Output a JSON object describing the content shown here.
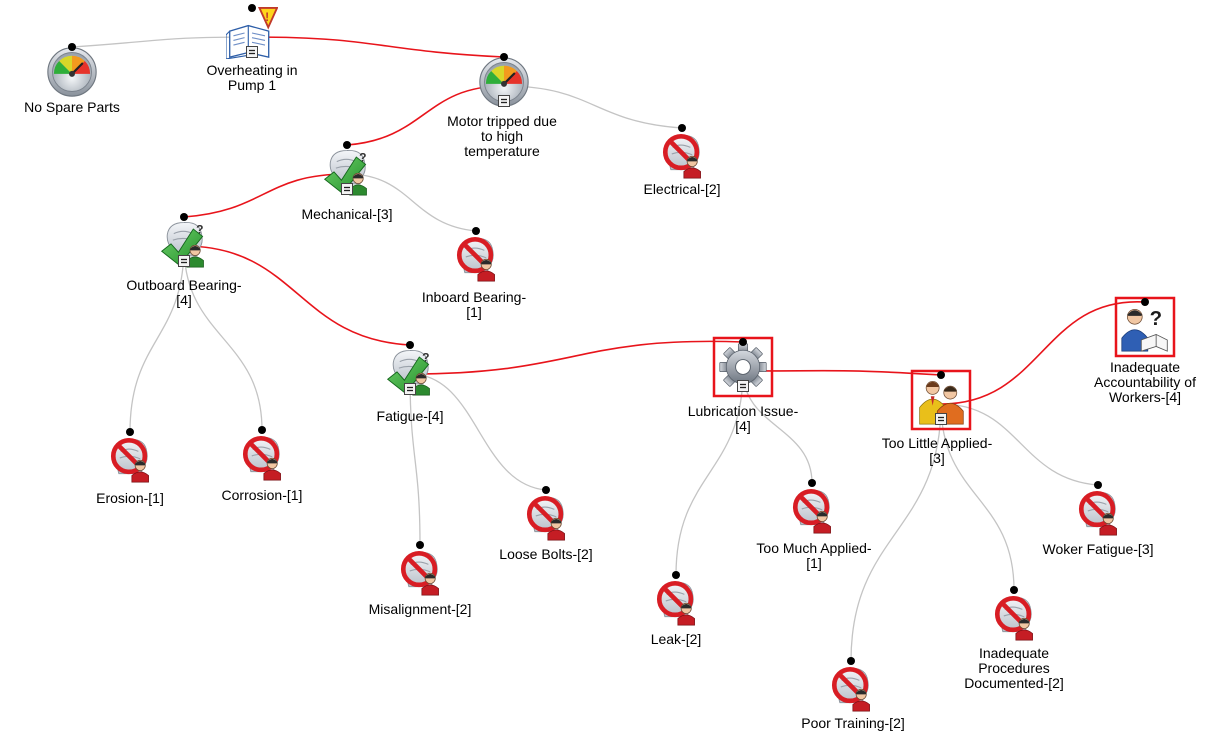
{
  "diagram": {
    "nodes": [
      {
        "id": "no-spare-parts",
        "icon": "gauge-icon",
        "label": [
          "No Spare Parts"
        ],
        "highlighted": false,
        "collapse": false
      },
      {
        "id": "overheating",
        "icon": "warning-book-icon",
        "label": [
          "Overheating in",
          "Pump 1"
        ],
        "highlighted": false,
        "collapse": true
      },
      {
        "id": "motor-tripped",
        "icon": "gauge-icon",
        "label": [
          "Motor tripped due",
          "to high",
          "temperature"
        ],
        "highlighted": false,
        "collapse": true
      },
      {
        "id": "electrical",
        "icon": "prohibited-cause-icon",
        "label": [
          "Electrical-[2]"
        ],
        "highlighted": false,
        "collapse": false
      },
      {
        "id": "mechanical",
        "icon": "verified-cause-icon",
        "label": [
          "Mechanical-[3]"
        ],
        "highlighted": false,
        "collapse": true
      },
      {
        "id": "outboard-bearing",
        "icon": "verified-cause-icon",
        "label": [
          "Outboard Bearing-",
          "[4]"
        ],
        "highlighted": false,
        "collapse": true
      },
      {
        "id": "inboard-bearing",
        "icon": "prohibited-cause-icon",
        "label": [
          "Inboard Bearing-",
          "[1]"
        ],
        "highlighted": false,
        "collapse": false
      },
      {
        "id": "fatigue",
        "icon": "verified-cause-icon",
        "label": [
          "Fatigue-[4]"
        ],
        "highlighted": false,
        "collapse": true
      },
      {
        "id": "erosion",
        "icon": "prohibited-cause-icon",
        "label": [
          "Erosion-[1]"
        ],
        "highlighted": false,
        "collapse": false
      },
      {
        "id": "corrosion",
        "icon": "prohibited-cause-icon",
        "label": [
          "Corrosion-[1]"
        ],
        "highlighted": false,
        "collapse": false
      },
      {
        "id": "misalignment",
        "icon": "prohibited-cause-icon",
        "label": [
          "Misalignment-[2]"
        ],
        "highlighted": false,
        "collapse": false
      },
      {
        "id": "loose-bolts",
        "icon": "prohibited-cause-icon",
        "label": [
          "Loose Bolts-[2]"
        ],
        "highlighted": false,
        "collapse": false
      },
      {
        "id": "lubrication-issue",
        "icon": "gear-icon",
        "label": [
          "Lubrication Issue-",
          "[4]"
        ],
        "highlighted": true,
        "collapse": true
      },
      {
        "id": "leak",
        "icon": "prohibited-cause-icon",
        "label": [
          "Leak-[2]"
        ],
        "highlighted": false,
        "collapse": false
      },
      {
        "id": "too-much-applied",
        "icon": "prohibited-cause-icon",
        "label": [
          "Too Much Applied-",
          "[1]"
        ],
        "highlighted": false,
        "collapse": false
      },
      {
        "id": "too-little-applied",
        "icon": "people-icon",
        "label": [
          "Too Little Applied-",
          "[3]"
        ],
        "highlighted": true,
        "collapse": true
      },
      {
        "id": "poor-training",
        "icon": "prohibited-cause-icon",
        "label": [
          "Poor Training-[2]"
        ],
        "highlighted": false,
        "collapse": false
      },
      {
        "id": "inadequate-procedures",
        "icon": "prohibited-cause-icon",
        "label": [
          "Inadequate",
          "Procedures",
          "Documented-[2]"
        ],
        "highlighted": false,
        "collapse": false
      },
      {
        "id": "woker-fatigue",
        "icon": "prohibited-cause-icon",
        "label": [
          "Woker Fatigue-[3]"
        ],
        "highlighted": false,
        "collapse": false
      },
      {
        "id": "inadequate-accountability",
        "icon": "person-question-icon",
        "label": [
          "Inadequate",
          "Accountability of",
          "Workers-[4]"
        ],
        "highlighted": true,
        "collapse": false
      }
    ],
    "edges": [
      {
        "from": "overheating",
        "to": "no-spare-parts",
        "critical": false
      },
      {
        "from": "overheating",
        "to": "motor-tripped",
        "critical": true
      },
      {
        "from": "motor-tripped",
        "to": "mechanical",
        "critical": true
      },
      {
        "from": "motor-tripped",
        "to": "electrical",
        "critical": false
      },
      {
        "from": "mechanical",
        "to": "outboard-bearing",
        "critical": true
      },
      {
        "from": "mechanical",
        "to": "inboard-bearing",
        "critical": false
      },
      {
        "from": "outboard-bearing",
        "to": "erosion",
        "critical": false
      },
      {
        "from": "outboard-bearing",
        "to": "corrosion",
        "critical": false
      },
      {
        "from": "outboard-bearing",
        "to": "fatigue",
        "critical": true
      },
      {
        "from": "fatigue",
        "to": "misalignment",
        "critical": false
      },
      {
        "from": "fatigue",
        "to": "loose-bolts",
        "critical": false
      },
      {
        "from": "fatigue",
        "to": "lubrication-issue",
        "critical": true
      },
      {
        "from": "lubrication-issue",
        "to": "leak",
        "critical": false
      },
      {
        "from": "lubrication-issue",
        "to": "too-much-applied",
        "critical": false
      },
      {
        "from": "lubrication-issue",
        "to": "too-little-applied",
        "critical": true
      },
      {
        "from": "too-little-applied",
        "to": "poor-training",
        "critical": false
      },
      {
        "from": "too-little-applied",
        "to": "inadequate-procedures",
        "critical": false
      },
      {
        "from": "too-little-applied",
        "to": "woker-fatigue",
        "critical": false
      },
      {
        "from": "too-little-applied",
        "to": "inadequate-accountability",
        "critical": true
      }
    ],
    "colors": {
      "critical_edge": "#e8141b",
      "normal_edge": "#c4c4c4",
      "highlight_box": "#e8141b"
    }
  }
}
